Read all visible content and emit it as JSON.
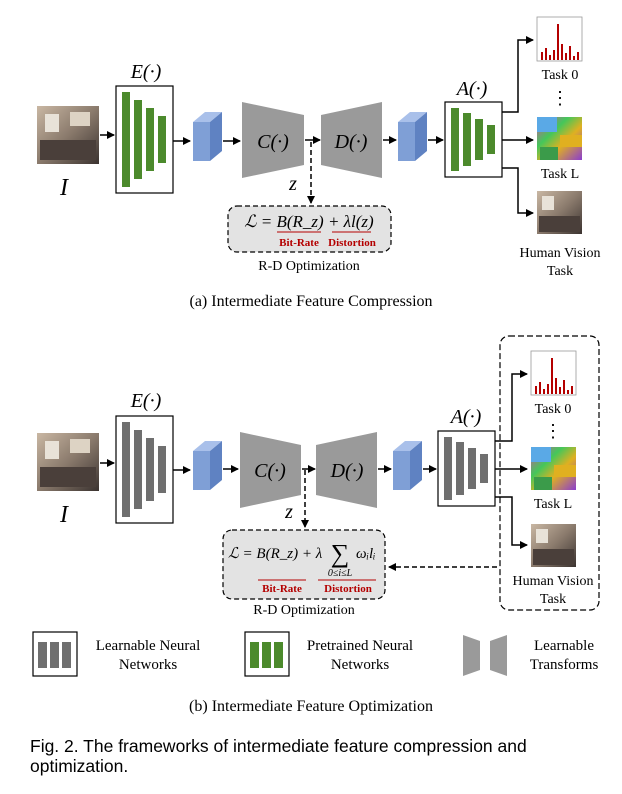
{
  "colors": {
    "pretrained": "#4c8a2c",
    "learnable": "#6f6f6f",
    "transform": "#9a9a9a",
    "feature_block": "#7f9fd6",
    "loss_red": "#b40000",
    "loss_box_fill": "#e3e3e3"
  },
  "panel_a": {
    "encoder_label": "E(·)",
    "input_label": "I",
    "compressor_label": "C(·)",
    "decompressor_label": "D(·)",
    "adapter_label": "A(·)",
    "latent_label": "z",
    "loss_formula": "ℒ = B(R_z) + λl(z)",
    "bitrate_label": "Bit-Rate",
    "distortion_label": "Distortion",
    "rd_label": "R-D Optimization",
    "task0_label": "Task 0",
    "taskL_label": "Task L",
    "human_label_line1": "Human Vision",
    "human_label_line2": "Task",
    "dots": "⋮",
    "caption": "(a)  Intermediate Feature Compression"
  },
  "panel_b": {
    "encoder_label": "E(·)",
    "input_label": "I",
    "compressor_label": "C(·)",
    "decompressor_label": "D(·)",
    "adapter_label": "A(·)",
    "latent_label": "z",
    "loss_formula_left": "ℒ = B(R_z) + λ",
    "loss_sum": "∑",
    "loss_sum_range": "0≤i≤L",
    "loss_term": "ωᵢlᵢ",
    "bitrate_label": "Bit-Rate",
    "distortion_label": "Distortion",
    "rd_label": "R-D Optimization",
    "task0_label": "Task 0",
    "taskL_label": "Task L",
    "human_label_line1": "Human Vision",
    "human_label_line2": "Task",
    "dots": "⋮",
    "caption": "(b)  Intermediate Feature Optimization"
  },
  "legend": {
    "learnable_line1": "Learnable Neural",
    "learnable_line2": "Networks",
    "pretrained_line1": "Pretrained Neural",
    "pretrained_line2": "Networks",
    "transforms_line1": "Learnable",
    "transforms_line2": "Transforms"
  },
  "figure_caption": "Fig. 2. The frameworks of intermediate feature compression and optimization."
}
